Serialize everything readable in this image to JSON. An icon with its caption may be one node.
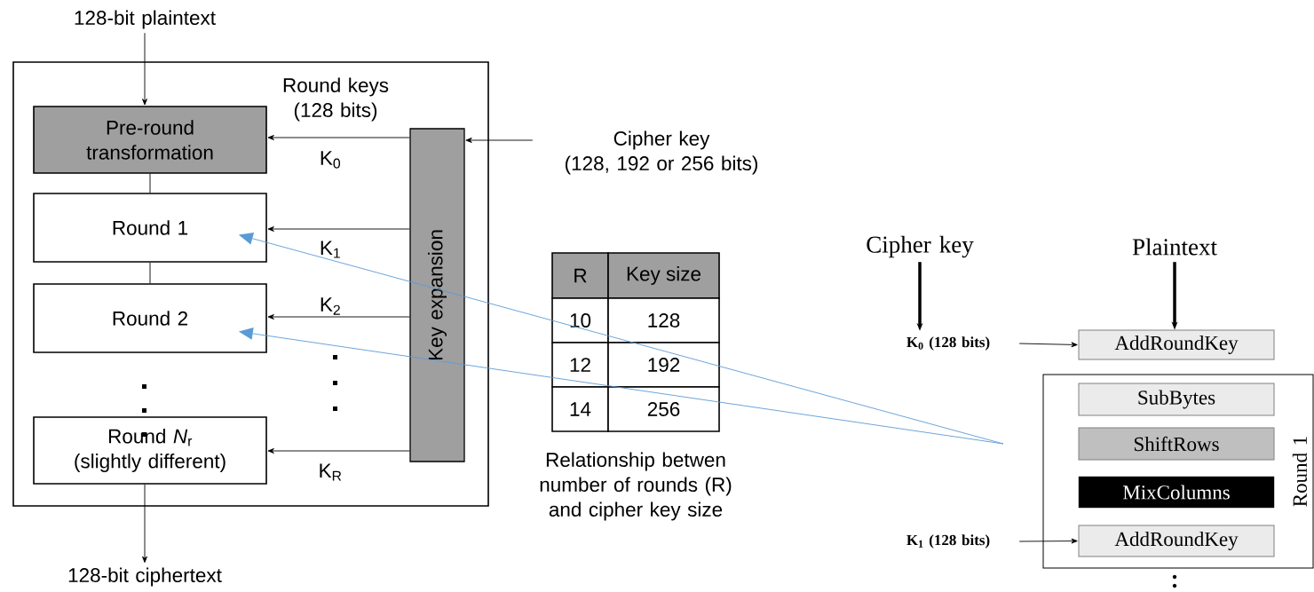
{
  "diagram": {
    "nodes": [
      {
        "text": [
          "128-bit plaintext"
        ]
      },
      {
        "text": [],
        "shape": "box"
      },
      {
        "text": [
          "Pre-round transformation"
        ],
        "in": 1
      },
      {
        "text": [
          "Round 1"
        ],
        "in": 1
      },
      {
        "text": [
          "Round 2"
        ],
        "in": 1
      },
      {
        "text": [
          "Round *N*$_{r}$",
          "(slightly different)"
        ],
        "in": 1
      },
      {
        "text": [
          "Key expansion"
        ],
        "in": 1
      },
      {
        "text": [
          "Cipher key",
          "(128, 192 or 256 bits)"
        ]
      },
      {
        "text": [
          "128-bit ciphertext"
        ]
      },
      {
        "text": [
          "Cipher key"
        ]
      },
      {
        "text": [
          "Plaintext"
        ]
      },
      {
        "text": [
          "K$_{0}$ (128 bits)"
        ]
      },
      {
        "text": [
          "AddRoundKey"
        ]
      },
      {
        "text": [
          "Round 1"
        ]
      },
      {
        "text": [
          "SubBytes"
        ],
        "in": 13
      },
      {
        "text": [
          "ShiftRows"
        ],
        "in": 13
      },
      {
        "text": [
          "MixColumns"
        ],
        "in": 13
      },
      {
        "text": [
          "AddRoundKey"
        ],
        "in": 13
      },
      {
        "text": [
          "K$_{1}$ (128 bits)"
        ]
      }
    ],
    "edges": [
      {
        "from": 0,
        "to": 2,
        "arrow": "to"
      },
      {
        "from": 2,
        "to": 3,
        "arrow": "none"
      },
      {
        "from": 3,
        "to": 4,
        "arrow": "none"
      },
      {
        "from": 5,
        "to": 8,
        "arrow": "to"
      },
      {
        "from": 7,
        "to": 6,
        "arrow": "to"
      },
      {
        "from": 6,
        "to": 2,
        "arrow": "to",
        "label": "K$_{0}$"
      },
      {
        "from": 6,
        "to": 3,
        "arrow": "to",
        "label": "K$_{1}$"
      },
      {
        "from": 6,
        "to": 4,
        "arrow": "to",
        "label": "K$_{2}$"
      },
      {
        "from": 6,
        "to": 5,
        "arrow": "to",
        "label": "K$_{R}$"
      },
      {
        "from": 9,
        "to": 11,
        "arrow": "to",
        "style": "thick"
      },
      {
        "from": 10,
        "to": 12,
        "arrow": "to",
        "style": "thick"
      },
      {
        "from": 11,
        "to": 12,
        "arrow": "to"
      },
      {
        "from": 18,
        "to": 17,
        "arrow": "to"
      },
      {
        "from": null,
        "to": 3,
        "arrow": "to",
        "color": "#5b9bd5"
      },
      {
        "from": null,
        "to": 4,
        "arrow": "to",
        "color": "#5b9bd5"
      }
    ],
    "labels": [
      "Round keys (128 bits)",
      "R",
      "Key size",
      "10",
      "128",
      "12",
      "192",
      "14",
      "256",
      "Relationship betwen number of rounds (R) and cipher key size"
    ]
  }
}
